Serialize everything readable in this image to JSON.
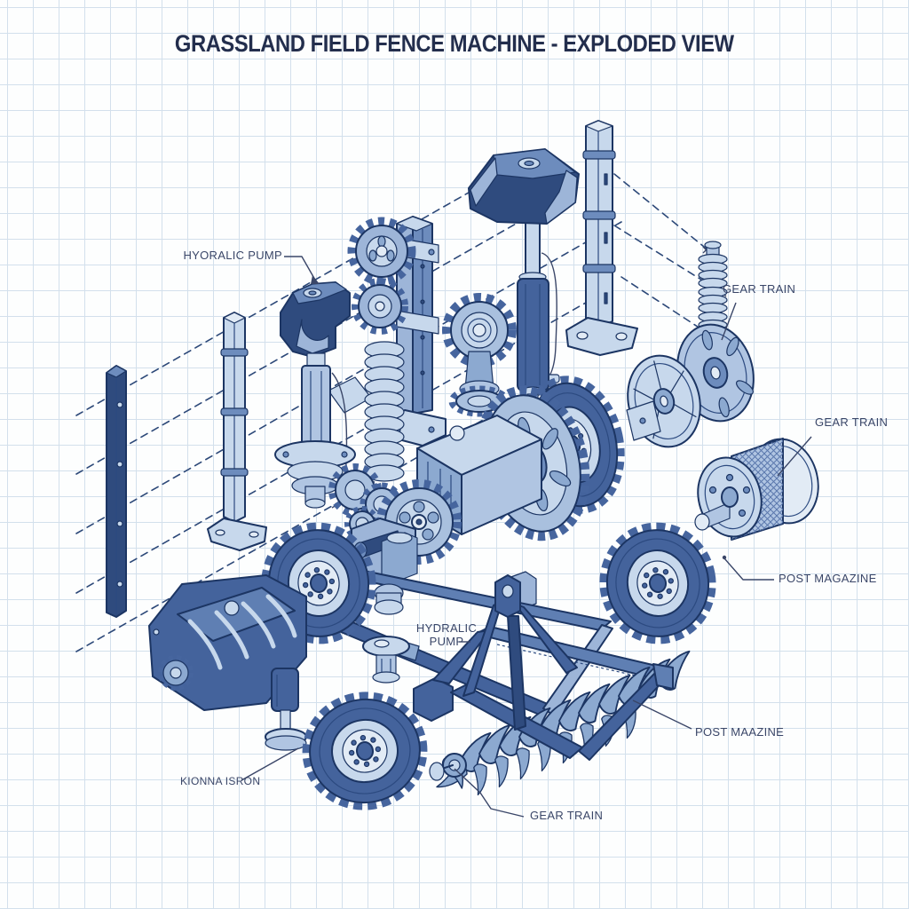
{
  "title": "GRASSLAND FIELD FENCE MACHINE - EXPLODED VIEW",
  "labels": {
    "hydraulic_pump_left": "HYORALIC PUMP",
    "gear_train_top": "GEAR TRAIN",
    "gear_train_right": "GEAR TRAIN",
    "post_magazine_right": "POST MAGAZINE",
    "hydraulic_pump_center": {
      "line1": "HYDRALIC",
      "line2": "PUMP"
    },
    "post_magazine_bottom": "POST MAAZINE",
    "gear_train_bottom": "GEAR TRAIN",
    "part_code_bottom_left": "KIONNA ISRON"
  },
  "style": {
    "paper_color": "#fdfefe",
    "grid_color": "#d3e0ec",
    "ink_outline": "#1c3563",
    "part_dark": "#2f4b7e",
    "part_mid_dark": "#44639c",
    "part_mid": "#8ca9d0",
    "part_light": "#c7d8ec",
    "part_pale": "#e2ebf5",
    "label_color": "#3a4668",
    "title_color": "#232e4d",
    "dashed_guide_color": "#2c4878"
  },
  "parts": [
    "fence-post",
    "fence-post-flanged",
    "hydraulic-pump",
    "mast-rail",
    "drive-gears",
    "coil-spring",
    "post-driver-hammer",
    "hydraulic-cylinder",
    "tension-spring",
    "flywheel-disc",
    "spoked-wheel",
    "wire-spool",
    "gearbox",
    "gear-train",
    "chassis-frame",
    "tire-wheel",
    "post-magazine-hopper",
    "piston-foot",
    "pump-cap",
    "three-point-hitch-harrow",
    "tine-roller"
  ]
}
